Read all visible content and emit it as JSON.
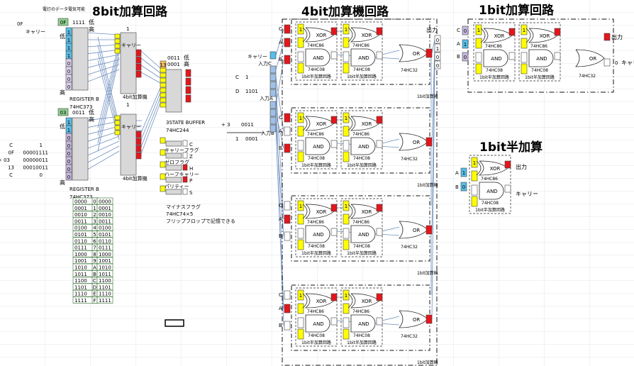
{
  "titles": {
    "small_note": "電灯のデータ電気可能",
    "eight_bit": "8bit加算回路",
    "four_bit": "4bit加算機回路",
    "one_bit": "1bit加算回路",
    "half_adder": "1bit半加算"
  },
  "left_calc": {
    "top_label": "0F",
    "rows": [
      {
        "a": "C",
        "b": "1"
      },
      {
        "a": "0F",
        "b": "00001111"
      },
      {
        "a": "+ 03",
        "b": "00000011"
      },
      {
        "a": "13",
        "b": "00010011"
      },
      {
        "a": "C",
        "b": "0"
      }
    ]
  },
  "register_a": {
    "hex": "0F",
    "top_bits": "1111",
    "bottom_bits": "0000",
    "carry_label": "キャリー",
    "low": "低",
    "high": "高",
    "bits": [
      "1",
      "1",
      "1",
      "1",
      "0",
      "0",
      "0",
      "0"
    ],
    "name": "REGISTER B",
    "part": "74HC373"
  },
  "register_b": {
    "hex": "03",
    "top_bits": "0011",
    "bottom_bits": "0000",
    "low": "低",
    "high": "高",
    "bits": [
      "1",
      "1",
      "0",
      "0",
      "0",
      "0",
      "0",
      "0"
    ],
    "name": "REGISTER B",
    "part": "74HC373"
  },
  "adder_upper": {
    "carry_label": "キャリー",
    "name": "4bit加算機",
    "carry_in": "1"
  },
  "adder_lower": {
    "carry_label": "キャリー",
    "name": "4bit加算機",
    "carry_in": "1"
  },
  "buffer": {
    "hex": "13",
    "top_bits": "0011",
    "bottom_bits": "0001",
    "low": "低",
    "high": "高",
    "name": "3STATE BUFFER",
    "part": "74HC244"
  },
  "flags": [
    {
      "label": "キャリーフラグ",
      "letter": "C"
    },
    {
      "label": "ゼロフラグ",
      "letter": "Z"
    },
    {
      "label": "ハーフキャリー",
      "letter": "H"
    },
    {
      "label": "パリティー",
      "letter": "P"
    },
    {
      "label": "",
      "letter": "S"
    }
  ],
  "notes": [
    "マイナスフラグ",
    "74HC74×5",
    "フリップフロップで記憶できる"
  ],
  "mid_calc": {
    "rows": [
      {
        "a": "C",
        "b": "1"
      },
      {
        "a": "D",
        "b": "1101"
      },
      {
        "a": "+ 3",
        "b": "0011"
      },
      {
        "a": "1",
        "b": "0001"
      }
    ]
  },
  "hex_table": [
    [
      "0000",
      "0",
      "0000"
    ],
    [
      "0001",
      "1",
      "0001"
    ],
    [
      "0010",
      "2",
      "0010"
    ],
    [
      "0011",
      "3",
      "0011"
    ],
    [
      "0100",
      "4",
      "0100"
    ],
    [
      "0101",
      "5",
      "0101"
    ],
    [
      "0110",
      "6",
      "0110"
    ],
    [
      "0111",
      "7",
      "0111"
    ],
    [
      "1000",
      "8",
      "1000"
    ],
    [
      "1001",
      "9",
      "1001"
    ],
    [
      "1010",
      "A",
      "1010"
    ],
    [
      "1011",
      "B",
      "1011"
    ],
    [
      "1100",
      "C",
      "1100"
    ],
    [
      "1101",
      "D",
      "1101"
    ],
    [
      "1110",
      "E",
      "1110"
    ],
    [
      "1111",
      "F",
      "1111"
    ]
  ],
  "four_bit_io": {
    "carry_label": "キャリー",
    "in_c": "入力C",
    "in_a": "入力A",
    "in_b": "入力B",
    "out_label": "出力",
    "outs": [
      "0",
      "1",
      "0",
      "0"
    ],
    "block_label": "1bit加算機"
  },
  "full_adder_stages": [
    {
      "c": "1",
      "a": "1",
      "b": "1"
    },
    {
      "c": "1",
      "a": "0",
      "b": "1"
    },
    {
      "c": "0",
      "a": "1",
      "b": "0"
    },
    {
      "c": "0",
      "a": "1",
      "b": "0"
    }
  ],
  "gates": {
    "xor": "XOR",
    "and": "AND",
    "or": "OR",
    "xor_part": "74HC86",
    "and_part": "74HC08",
    "or_part": "74HC32",
    "half_label": "1bit半加算回路"
  },
  "one_bit_adder": {
    "c_label": "C",
    "a_label": "A",
    "b_label": "B",
    "c": "0",
    "a": "1",
    "b": "0",
    "out_label": "出力",
    "carry_label": "キャリー"
  },
  "half_adder": {
    "a_label": "A",
    "b_label": "B",
    "a": "1",
    "b": "0",
    "out_label": "出力",
    "carry_label": "キャリー"
  },
  "colors": {
    "grid": "#d8dde6",
    "green": "#8fd18f",
    "purple": "#c8b8e0",
    "cyan": "#56bfe8",
    "yellow": "#ffff00",
    "red": "#e3161c",
    "gray": "#d8d8d8",
    "wire": "#6f8fbf",
    "orange": "#f8c060"
  }
}
